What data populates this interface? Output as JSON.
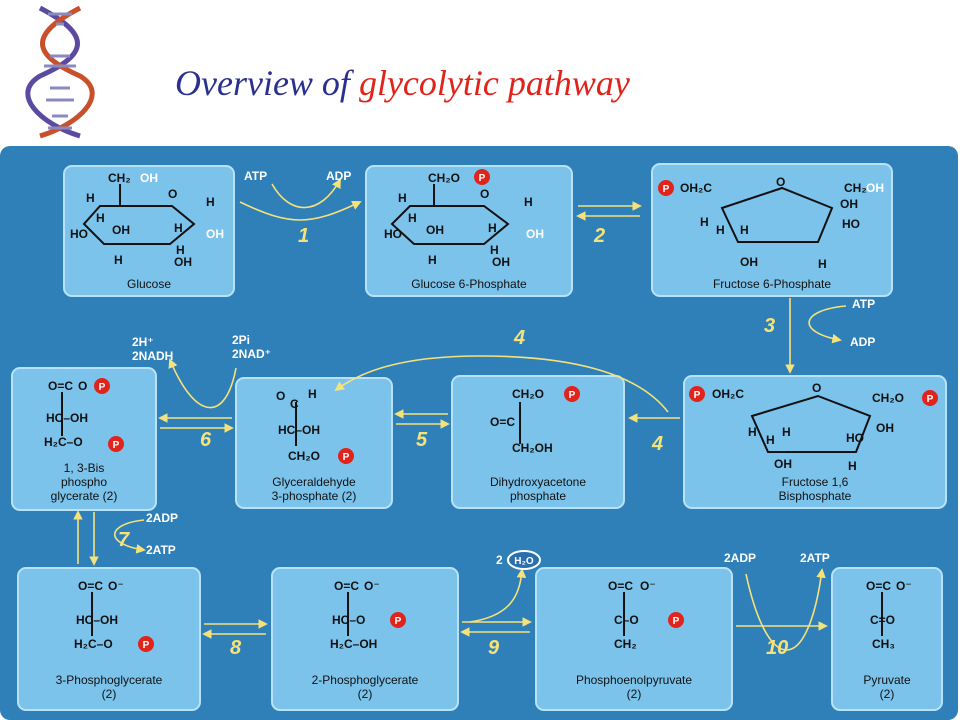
{
  "title": {
    "part1": "Overview of ",
    "part2": "glycolytic pathway"
  },
  "colors": {
    "background": "#2f7fb8",
    "box": "#7cc3ec",
    "arrow": "#f6e27a",
    "phosphate": "#e0241b",
    "title_blue": "#2b2f8f",
    "title_red": "#e0241b"
  },
  "icons": {
    "logo": "dna-double-helix",
    "phosphate": "phosphate-circle"
  },
  "phosphate_label": "P",
  "molecules": {
    "glucose": {
      "name": "Glucose",
      "atoms": [
        "CH₂",
        "OH",
        "O",
        "H",
        "H",
        "H",
        "H",
        "OH",
        "HO",
        "OH",
        "H",
        "H",
        "OH"
      ]
    },
    "g6p": {
      "name": "Glucose 6-Phosphate",
      "atoms": [
        "CH₂O",
        "O",
        "H",
        "H",
        "H",
        "H",
        "OH",
        "HO",
        "OH",
        "H",
        "H",
        "OH"
      ]
    },
    "f6p": {
      "name": "Fructose 6-Phosphate",
      "atoms": [
        "OH₂C",
        "O",
        "CH₂",
        "OH",
        "H",
        "HO",
        "OH",
        "H",
        "H",
        "OH",
        "H"
      ]
    },
    "f16bp": {
      "name": "Fructose 1,6 Bisphosphate",
      "name_lines": [
        "Fructose 1,6",
        "Bisphosphate"
      ],
      "atoms": [
        "OH₂C",
        "O",
        "CH₂O",
        "H",
        "HO",
        "OH",
        "H",
        "H",
        "OH",
        "H"
      ]
    },
    "dhap": {
      "name": "Dihydroxyacetone phosphate",
      "name_lines": [
        "Dihydroxyacetone",
        "phosphate"
      ],
      "atoms": [
        "CH₂O",
        "O=C",
        "CH₂OH"
      ]
    },
    "gap": {
      "name": "Glyceraldehyde 3-phosphate (2)",
      "name_lines": [
        "Glyceraldehyde",
        "3-phosphate (2)"
      ],
      "atoms": [
        "O",
        "C",
        "H",
        "HC–OH",
        "CH₂O"
      ]
    },
    "bpg13": {
      "name": "1, 3-Bis phospho glycerate (2)",
      "name_lines": [
        "1, 3-Bis",
        "phospho",
        "glycerate (2)"
      ],
      "atoms": [
        "O=C",
        "O",
        "HC–OH",
        "H₂C–O"
      ]
    },
    "pg3": {
      "name": "3-Phosphoglycerate (2)",
      "name_lines": [
        "3-Phosphoglycerate",
        "(2)"
      ],
      "atoms": [
        "O=C",
        "O⁻",
        "HC–OH",
        "H₂C–O"
      ]
    },
    "pg2": {
      "name": "2-Phosphoglycerate (2)",
      "name_lines": [
        "2-Phosphoglycerate",
        "(2)"
      ],
      "atoms": [
        "O=C",
        "O⁻",
        "HC–O",
        "H₂C–OH"
      ]
    },
    "pep": {
      "name": "Phosphoenolpyruvate (2)",
      "name_lines": [
        "Phosphoenolpyruvate",
        "(2)"
      ],
      "atoms": [
        "O=C",
        "O⁻",
        "C–O",
        "CH₂"
      ]
    },
    "pyruvate": {
      "name": "Pyruvate (2)",
      "name_lines": [
        "Pyruvate",
        "(2)"
      ],
      "atoms": [
        "O=C",
        "O⁻",
        "C=O",
        "CH₃"
      ]
    }
  },
  "reactions": {
    "r1": {
      "number": "1",
      "in": "ATP",
      "out": "ADP"
    },
    "r2": {
      "number": "2"
    },
    "r3": {
      "number": "3",
      "in": "ATP",
      "out": "ADP"
    },
    "r4": {
      "number": "4"
    },
    "r5": {
      "number": "5"
    },
    "r6": {
      "number": "6",
      "in_lines": [
        "2Pi",
        "2NAD⁺"
      ],
      "out_lines": [
        "2H⁺",
        "2NADH"
      ]
    },
    "r7": {
      "number": "7",
      "in": "2ADP",
      "out": "2ATP"
    },
    "r8": {
      "number": "8"
    },
    "r9": {
      "number": "9",
      "out_prefix": "2",
      "out": "H₂O"
    },
    "r10": {
      "number": "10",
      "in": "2ADP",
      "out": "2ATP"
    }
  }
}
